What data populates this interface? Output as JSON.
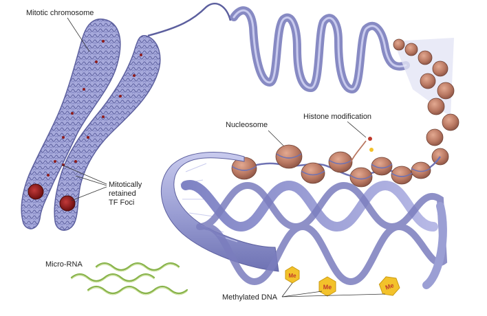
{
  "labels": {
    "mitotic_chromosome": "Mitotic chromosome",
    "histone_modification": "Histone modification",
    "nucleosome": "Nucleosome",
    "tf_foci": [
      "Mitotically",
      "retained",
      "TF Foci"
    ],
    "micro_rna": "Micro-RNA",
    "methylated_dna": "Methylated DNA"
  },
  "methyl_marker_text": "Me",
  "colors": {
    "chromosome": "#8c8fc7",
    "chromatin_fiber": "#5c5f9e",
    "nucleosome": "#b97862",
    "dna_ribbon": "#9b9fd4",
    "tf_focus": "#8e1c1c",
    "micro_rna": "#88b34a",
    "methyl_marker": "#f3c22b",
    "methyl_text": "#c0392b"
  }
}
